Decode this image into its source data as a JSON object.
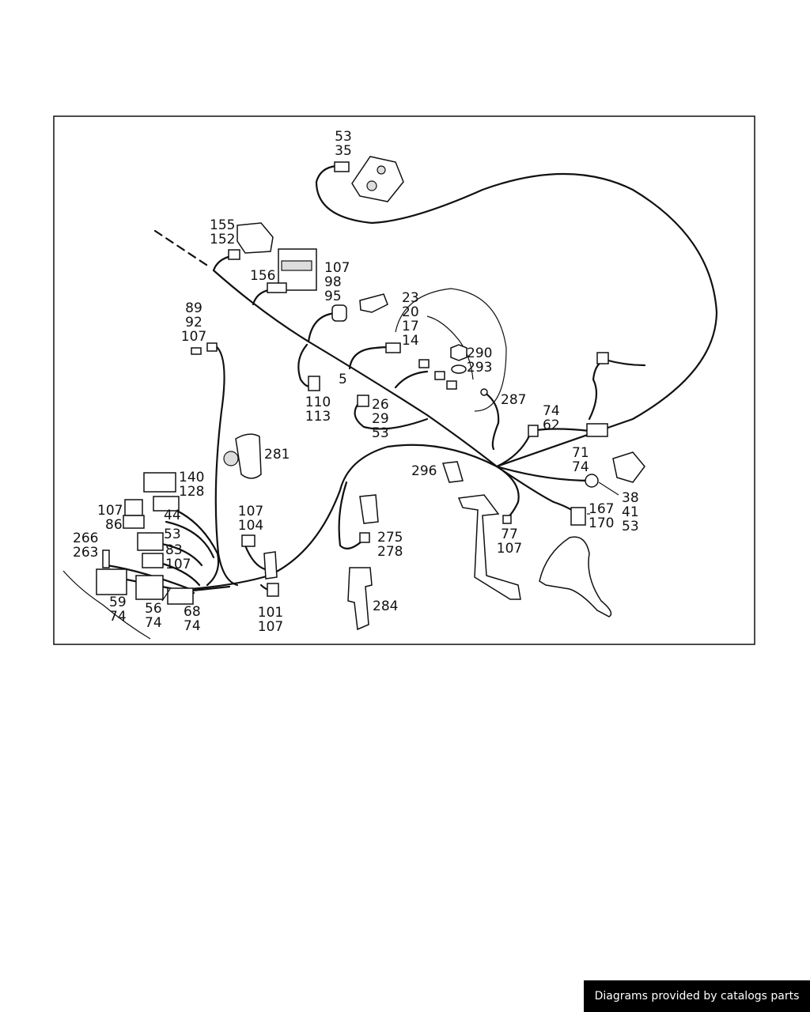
{
  "labels": [
    {
      "id": "l1",
      "lines": [
        "53",
        "35"
      ]
    },
    {
      "id": "l2",
      "lines": [
        "155",
        "152"
      ]
    },
    {
      "id": "l3",
      "lines": [
        "156"
      ]
    },
    {
      "id": "l4",
      "lines": [
        "107",
        "98",
        "95"
      ]
    },
    {
      "id": "l5",
      "lines": [
        "23",
        "20",
        "17",
        "14"
      ]
    },
    {
      "id": "l6",
      "lines": [
        "290"
      ]
    },
    {
      "id": "l7",
      "lines": [
        "293"
      ]
    },
    {
      "id": "l8",
      "lines": [
        "89",
        "92",
        "107"
      ]
    },
    {
      "id": "l9",
      "lines": [
        "5"
      ]
    },
    {
      "id": "l10",
      "lines": [
        "110",
        "113"
      ]
    },
    {
      "id": "l11",
      "lines": [
        "26",
        "29",
        "53"
      ]
    },
    {
      "id": "l12",
      "lines": [
        "287"
      ]
    },
    {
      "id": "l13",
      "lines": [
        "74",
        "62"
      ]
    },
    {
      "id": "l14",
      "lines": [
        "281"
      ]
    },
    {
      "id": "l15",
      "lines": [
        "71",
        "74"
      ]
    },
    {
      "id": "l16",
      "lines": [
        "296"
      ]
    },
    {
      "id": "l17",
      "lines": [
        "140",
        "128"
      ]
    },
    {
      "id": "l18",
      "lines": [
        "38",
        "41",
        "53"
      ]
    },
    {
      "id": "l19",
      "lines": [
        "107"
      ]
    },
    {
      "id": "l20",
      "lines": [
        "86"
      ]
    },
    {
      "id": "l21",
      "lines": [
        "44"
      ]
    },
    {
      "id": "l22",
      "lines": [
        "53"
      ]
    },
    {
      "id": "l23",
      "lines": [
        "107",
        "104"
      ]
    },
    {
      "id": "l24",
      "lines": [
        "167",
        "170"
      ]
    },
    {
      "id": "l25",
      "lines": [
        "266",
        "263"
      ]
    },
    {
      "id": "l26",
      "lines": [
        "83"
      ]
    },
    {
      "id": "l27",
      "lines": [
        "107"
      ]
    },
    {
      "id": "l28",
      "lines": [
        "275",
        "278"
      ]
    },
    {
      "id": "l29",
      "lines": [
        "77",
        "107"
      ]
    },
    {
      "id": "l30",
      "lines": [
        "59",
        "74"
      ]
    },
    {
      "id": "l31",
      "lines": [
        "56",
        "74"
      ]
    },
    {
      "id": "l32",
      "lines": [
        "68",
        "74"
      ]
    },
    {
      "id": "l33",
      "lines": [
        "101",
        "107"
      ]
    },
    {
      "id": "l34",
      "lines": [
        "284"
      ]
    }
  ],
  "footer": {
    "credit": "Diagrams provided by catalogs parts"
  }
}
